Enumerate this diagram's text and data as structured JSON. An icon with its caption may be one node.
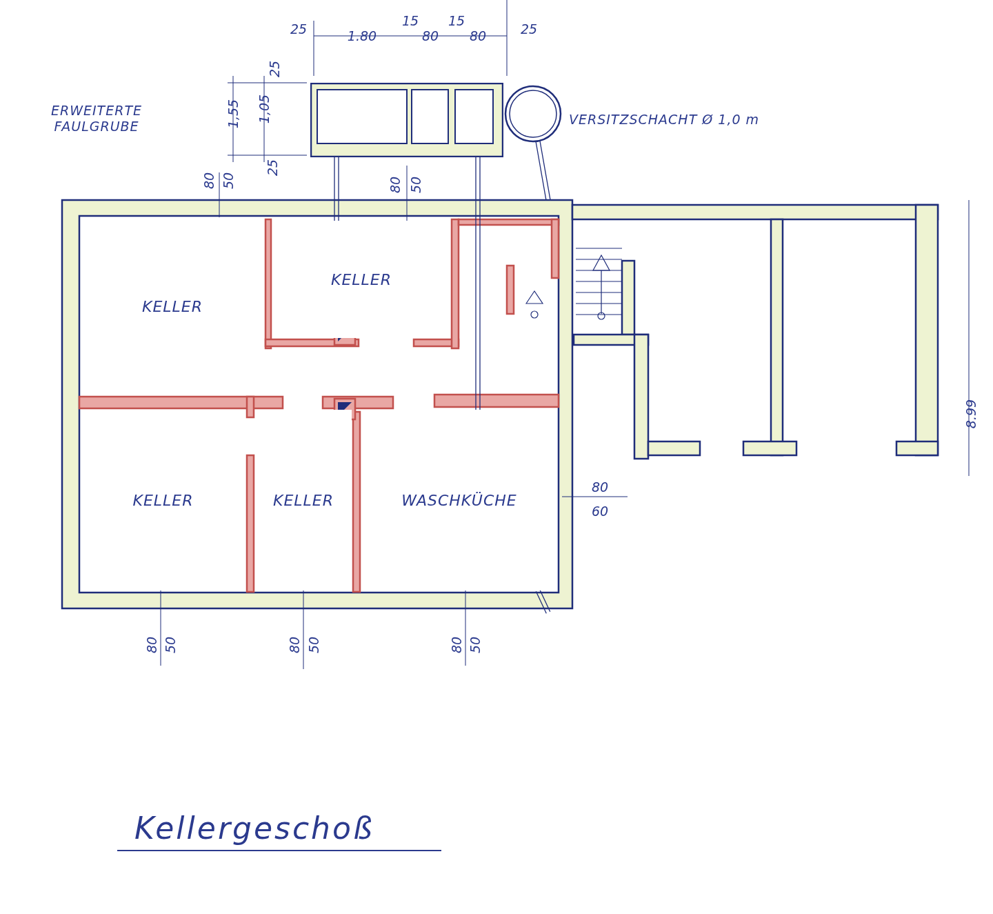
{
  "diagram": {
    "title": "Kellergeschoß",
    "nodes": [
      {
        "text": [],
        "shape": "box"
      },
      {
        "text": [],
        "shape": "circle",
        "beside": [
          "VERSITZSCHACHT Ø 1,0 m"
        ]
      },
      {
        "text": [
          "KELLER"
        ]
      },
      {
        "text": [
          "KELLER"
        ]
      },
      {
        "text": [
          "KELLER"
        ]
      },
      {
        "text": [
          "KELLER"
        ]
      },
      {
        "text": [
          "WASCHKÜCHE"
        ]
      }
    ],
    "edges": [
      {
        "from": 0,
        "to": 3,
        "arrow": "none"
      },
      {
        "from": 0,
        "to": 6,
        "arrow": "none"
      },
      {
        "from": 1,
        "to": null,
        "arrow": "none"
      },
      {
        "from": 6,
        "to": null,
        "arrow": "none"
      }
    ],
    "labels": [
      "25",
      "1.80",
      "15",
      "80",
      "15",
      "80",
      "25",
      "25",
      "ERWEITERTE FAULGRUBE",
      "1,55",
      "1,05",
      "25",
      "80",
      "50",
      "80",
      "50",
      "80",
      "60",
      "8.99",
      "80",
      "50",
      "80",
      "50",
      "80",
      "50"
    ]
  }
}
